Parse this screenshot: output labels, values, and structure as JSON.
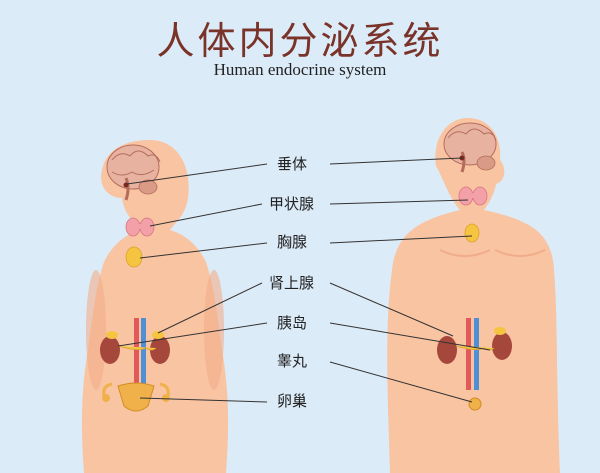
{
  "title": "人体内分泌系统",
  "subtitle": "Human endocrine system",
  "labels": [
    "垂体",
    "甲状腺",
    "胸腺",
    "肾上腺",
    "胰岛",
    "睾丸",
    "卵巢"
  ],
  "colors": {
    "background": "#dcebf8",
    "skin": "#f9c4a2",
    "skin_shadow": "#f1ad8a",
    "title": "#7a3328",
    "gland": "#f5c542",
    "kidney": "#a5473b",
    "artery": "#e05a5a",
    "vein": "#4f8fd6",
    "thyroid": "#f3a0a8",
    "brain": "#e8b2a0",
    "uterus": "#f0b14a"
  }
}
